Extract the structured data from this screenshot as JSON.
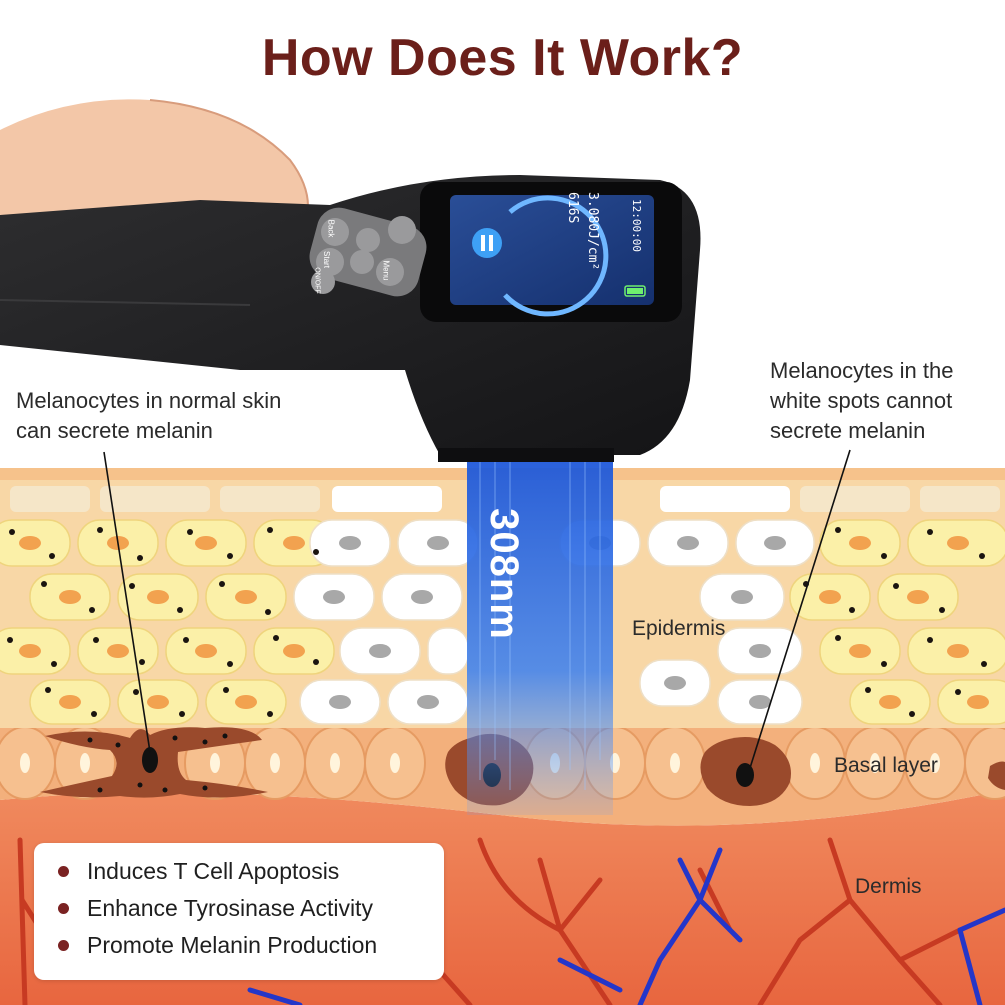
{
  "title": "How Does It Work?",
  "callouts": {
    "left_line1": "Melanocytes in normal skin",
    "left_line2": "can secrete melanin",
    "right_line1": "Melanocytes in the",
    "right_line2": "white spots cannot",
    "right_line3": "secrete melanin"
  },
  "layers": {
    "epidermis": "Epidermis",
    "basal": "Basal layer",
    "dermis": "Dermis"
  },
  "beam": {
    "wavelength": "308nm"
  },
  "device": {
    "screen_dose": "3.080J/cm²",
    "screen_seconds": "616S",
    "screen_time": "12:00:00",
    "buttons": {
      "back": "Back",
      "start": "Start",
      "on_off": "ON/OFF",
      "menu": "Menu"
    }
  },
  "benefits": [
    "Induces T Cell Apoptosis",
    "Enhance Tyrosinase Activity",
    "Promote Melanin Production"
  ],
  "colors": {
    "title": "#6b1f1a",
    "beam": "#2f6fe0",
    "dermis": "#ee7a52",
    "artery": "#c73a22",
    "vein": "#2436c9"
  }
}
